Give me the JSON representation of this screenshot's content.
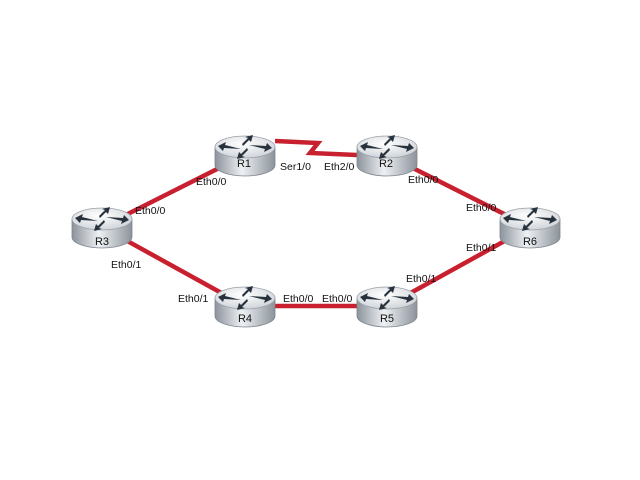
{
  "colors": {
    "link": "#c8202f",
    "router_body_light": "#eef1f4",
    "router_body_dark": "#8c939b",
    "router_top_light": "#ffffff",
    "router_top_dark": "#c9ced4",
    "router_arrow": "#27323d"
  },
  "routers": [
    {
      "id": "R1",
      "label": "R1"
    },
    {
      "id": "R2",
      "label": "R2"
    },
    {
      "id": "R3",
      "label": "R3"
    },
    {
      "id": "R4",
      "label": "R4"
    },
    {
      "id": "R5",
      "label": "R5"
    },
    {
      "id": "R6",
      "label": "R6"
    }
  ],
  "links": [
    {
      "from": "R3",
      "to": "R1",
      "type": "ethernet",
      "from_iface": "Eth0/0",
      "to_iface": "Eth0/0"
    },
    {
      "from": "R1",
      "to": "R2",
      "type": "serial",
      "from_iface": "Ser1/0",
      "to_iface": "Eth2/0"
    },
    {
      "from": "R2",
      "to": "R6",
      "type": "ethernet",
      "from_iface": "Eth0/0",
      "to_iface": "Eth0/0"
    },
    {
      "from": "R3",
      "to": "R4",
      "type": "ethernet",
      "from_iface": "Eth0/1",
      "to_iface": "Eth0/1"
    },
    {
      "from": "R4",
      "to": "R5",
      "type": "ethernet",
      "from_iface": "Eth0/0",
      "to_iface": "Eth0/0"
    },
    {
      "from": "R5",
      "to": "R6",
      "type": "ethernet",
      "from_iface": "Eth0/1",
      "to_iface": "Eth0/1"
    }
  ]
}
